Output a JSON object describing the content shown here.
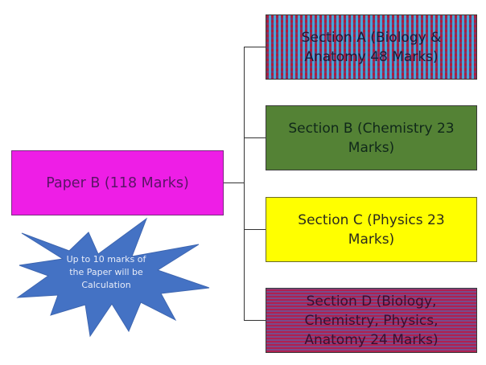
{
  "root": {
    "label": "Paper B (118 Marks)",
    "color": "#ee1ee6"
  },
  "sections": [
    {
      "label": "Section A (Biology & Anatomy 48 Marks)",
      "fill": "checker pattern red/blue"
    },
    {
      "label": "Section B (Chemistry 23 Marks)",
      "color": "#548235"
    },
    {
      "label": "Section C (Physics 23 Marks)",
      "color": "#ffff00"
    },
    {
      "label": "Section D (Biology, Chemistry, Physics, Anatomy 24 Marks)",
      "fill": "horizontal stripes red/purple"
    }
  ],
  "callout": {
    "text": "Up to 10 marks of the Paper will be Calculation",
    "shape": "explosion-star",
    "color": "#4472c4"
  }
}
